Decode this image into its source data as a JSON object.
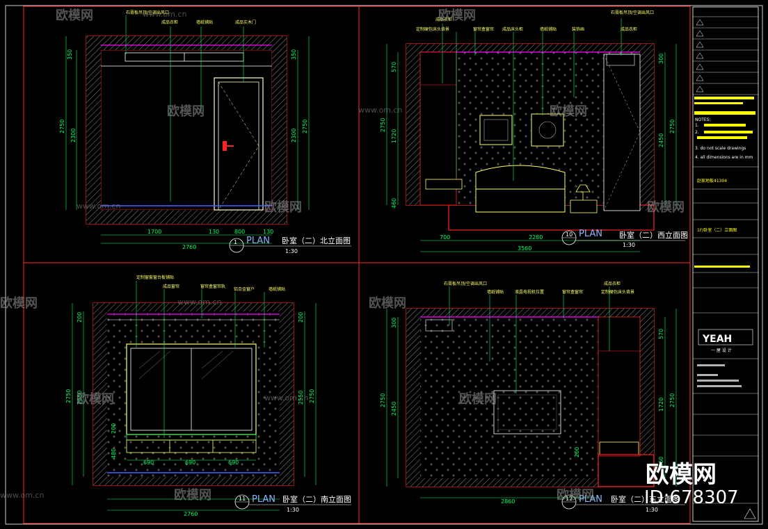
{
  "drawing": {
    "title_block": {
      "project": "赵家地板41304",
      "sheet_title": "1F/卧室（二）立面图",
      "logo_text": "YEAH",
      "logo_sub": "一 屋 设 计",
      "note_head": "NOTES:",
      "note_1": "1.",
      "note_2": "2.",
      "note_3": "3. do not scale drawings",
      "note_4": "4. all dimensions are in mm"
    },
    "views": [
      {
        "title": "卧室（二）北立面图",
        "scale": "1:30",
        "plan_label": "PLAN",
        "ref": "1",
        "dims_bottom": [
          "1700",
          "130",
          "800",
          "130"
        ],
        "total": "2760",
        "dims_left": [
          "350",
          "2300"
        ],
        "total_left": "2750",
        "dims_right": [
          "350",
          "2300"
        ],
        "total_right": "2750",
        "notes": [
          "石膏板吊顶/空调出风口",
          "成品衣柜",
          "墙纸铺贴",
          "成品实木门"
        ]
      },
      {
        "title": "卧室（二）西立面图",
        "scale": "1:30",
        "plan_label": "PLAN",
        "ref": "10",
        "dims_bottom": [
          "700",
          "2280"
        ],
        "total": "3560",
        "dims_left": [
          "570",
          "1720",
          "460"
        ],
        "total_left": "2750",
        "dims_right": [
          "300",
          "2450"
        ],
        "total_right": "2750",
        "notes": [
          "成品衣柜",
          "定制硬包床头背景",
          "窗帘盒窗帘",
          "成品床头柜",
          "墙纸铺贴",
          "装饰画",
          "石膏板吊顶/空调出风口",
          "成品衣柜"
        ]
      },
      {
        "title": "卧室（二）南立面图",
        "scale": "1:30",
        "plan_label": "PLAN",
        "ref": "11",
        "dims_bottom": [
          "690",
          "690",
          "690"
        ],
        "total": "2760",
        "dims_left": [
          "200",
          "2550"
        ],
        "total_left": "2750",
        "dims_right": [
          "200",
          "2550"
        ],
        "total_right": "2750",
        "notes": [
          "定制窗套窗台板铺贴",
          "成品窗帘",
          "窗帘盒窗帘轨",
          "铝合金窗户",
          "墙纸铺贴"
        ],
        "small_dims": [
          "480",
          "200"
        ]
      },
      {
        "title": "卧室（二）东立面图",
        "scale": "1:30",
        "plan_label": "PLAN",
        "ref": "12",
        "dims_bottom": [
          "2860"
        ],
        "total": "2860",
        "dims_left": [
          "300",
          "2450"
        ],
        "total_left": "2750",
        "dims_right": [
          "570",
          "1720",
          "460"
        ],
        "total_right": "2750",
        "notes": [
          "石膏板吊顶/空调出风口",
          "墙纸铺贴",
          "液晶电视机位置",
          "窗帘盒窗帘",
          "成品衣柜",
          "定制硬包床头背景"
        ],
        "small_dims": [
          "200"
        ]
      }
    ]
  },
  "watermark": {
    "brand": "欧模网",
    "url": "www.om.cn",
    "big_brand": "欧模网",
    "id_label": "ID:678307"
  },
  "colors": {
    "background": "#000000",
    "frame": "#ffffff",
    "wall": "#ff2222",
    "dimension": "#00ff66",
    "furniture": "#ffff66",
    "accent": "#ff00ff",
    "ceiling": "#4466ff"
  }
}
